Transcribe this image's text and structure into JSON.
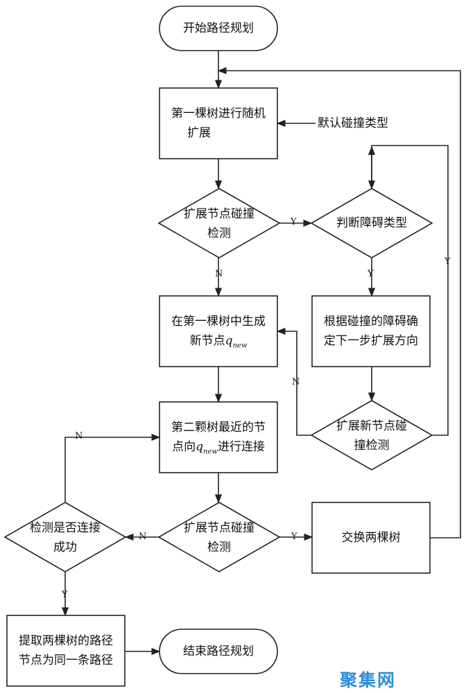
{
  "nodes": {
    "start": "开始路径规划",
    "tree1_expand_1": "第一棵树进行随机",
    "tree1_expand_2": "扩展",
    "default_collision": "默认碰撞类型",
    "collision_check_1_a": "扩展节点碰撞",
    "collision_check_1_b": "检测",
    "judge_obstacle": "判断障碍类型",
    "decide_direction_1": "根据碰撞的障碍确",
    "decide_direction_2": "定下一步扩展方向",
    "gen_node_1": "在第一棵树中生成",
    "gen_node_2": "新节点",
    "q_symbol": "q",
    "q_sub": "new",
    "new_collision_1": "扩展新节点碰",
    "new_collision_2": "撞检测",
    "connect_1": "第二颗树最近的节",
    "connect_2a": "点向",
    "connect_2b": "进行连接",
    "collision_check_2_a": "扩展节点碰撞",
    "collision_check_2_b": "检测",
    "conn_success_1": "检测是否连接",
    "conn_success_2": "成功",
    "swap_trees": "交换两棵树",
    "extract_path_1": "提取两棵树的路径",
    "extract_path_2": "节点为同一条路径",
    "end": "结束路径规划"
  },
  "edge_labels": {
    "y1": "Y",
    "n1": "N",
    "y2": "Y",
    "y3": "Y",
    "n2": "N",
    "n3": "N",
    "y4": "Y",
    "n4": "N",
    "y5": "Y"
  },
  "watermark": "聚集网",
  "colors": {
    "stroke": "#222222",
    "text": "#111111",
    "watermark": "#2f8fd6"
  }
}
